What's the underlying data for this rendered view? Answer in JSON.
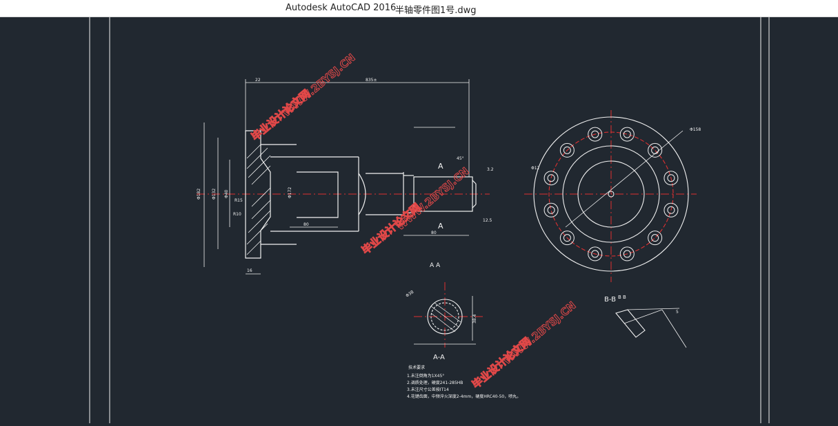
{
  "window": {
    "app_title": "Autodesk AutoCAD 2016",
    "file_title": "半轴零件图1号.dwg"
  },
  "colors": {
    "background": "#212830",
    "line": "#f2f2f2",
    "centerline": "#e03030",
    "watermark": "#e04848"
  },
  "drawing": {
    "section_label_aa": "A-A",
    "section_label_bb": "B-B",
    "view_letters_1": "A  A",
    "view_letters_2": "B  B",
    "cut_marker": "A",
    "dim_top_left": "22",
    "dim_top_long": "835±",
    "dim_right_side": "80",
    "dim_bottom_mid": "80",
    "dim_bottom_left": "16",
    "dim_bottom_right": "80",
    "dim_vertical_1": "Φ182",
    "dim_vertical_2": "Φ132",
    "dim_vertical_3": "Φ40",
    "dim_vertical_4": "Φ172",
    "dim_right_flange": "Φ158",
    "dim_hole": "Φ12",
    "dim_spline_1": "Φ38",
    "dim_spline_2": "38.4",
    "dim_bb_1": "5",
    "angle_45": "45°",
    "radius_r15": "R15",
    "radius_r10": "R10",
    "roughness_1": "3.2",
    "roughness_2": "12.5",
    "tech_title": "技术要求",
    "tech_lines": [
      "1.未注倒角为1X45°",
      "2.调质处理，硬度241-285HB",
      "3.未注尺寸公差按IT14",
      "4.花键齿面，中频淬火深度2-4mm，硬度HRC40-50，喷丸。"
    ]
  },
  "watermarks": [
    "毕业设计论文网",
    "WWW.2BYSJ.CN"
  ]
}
